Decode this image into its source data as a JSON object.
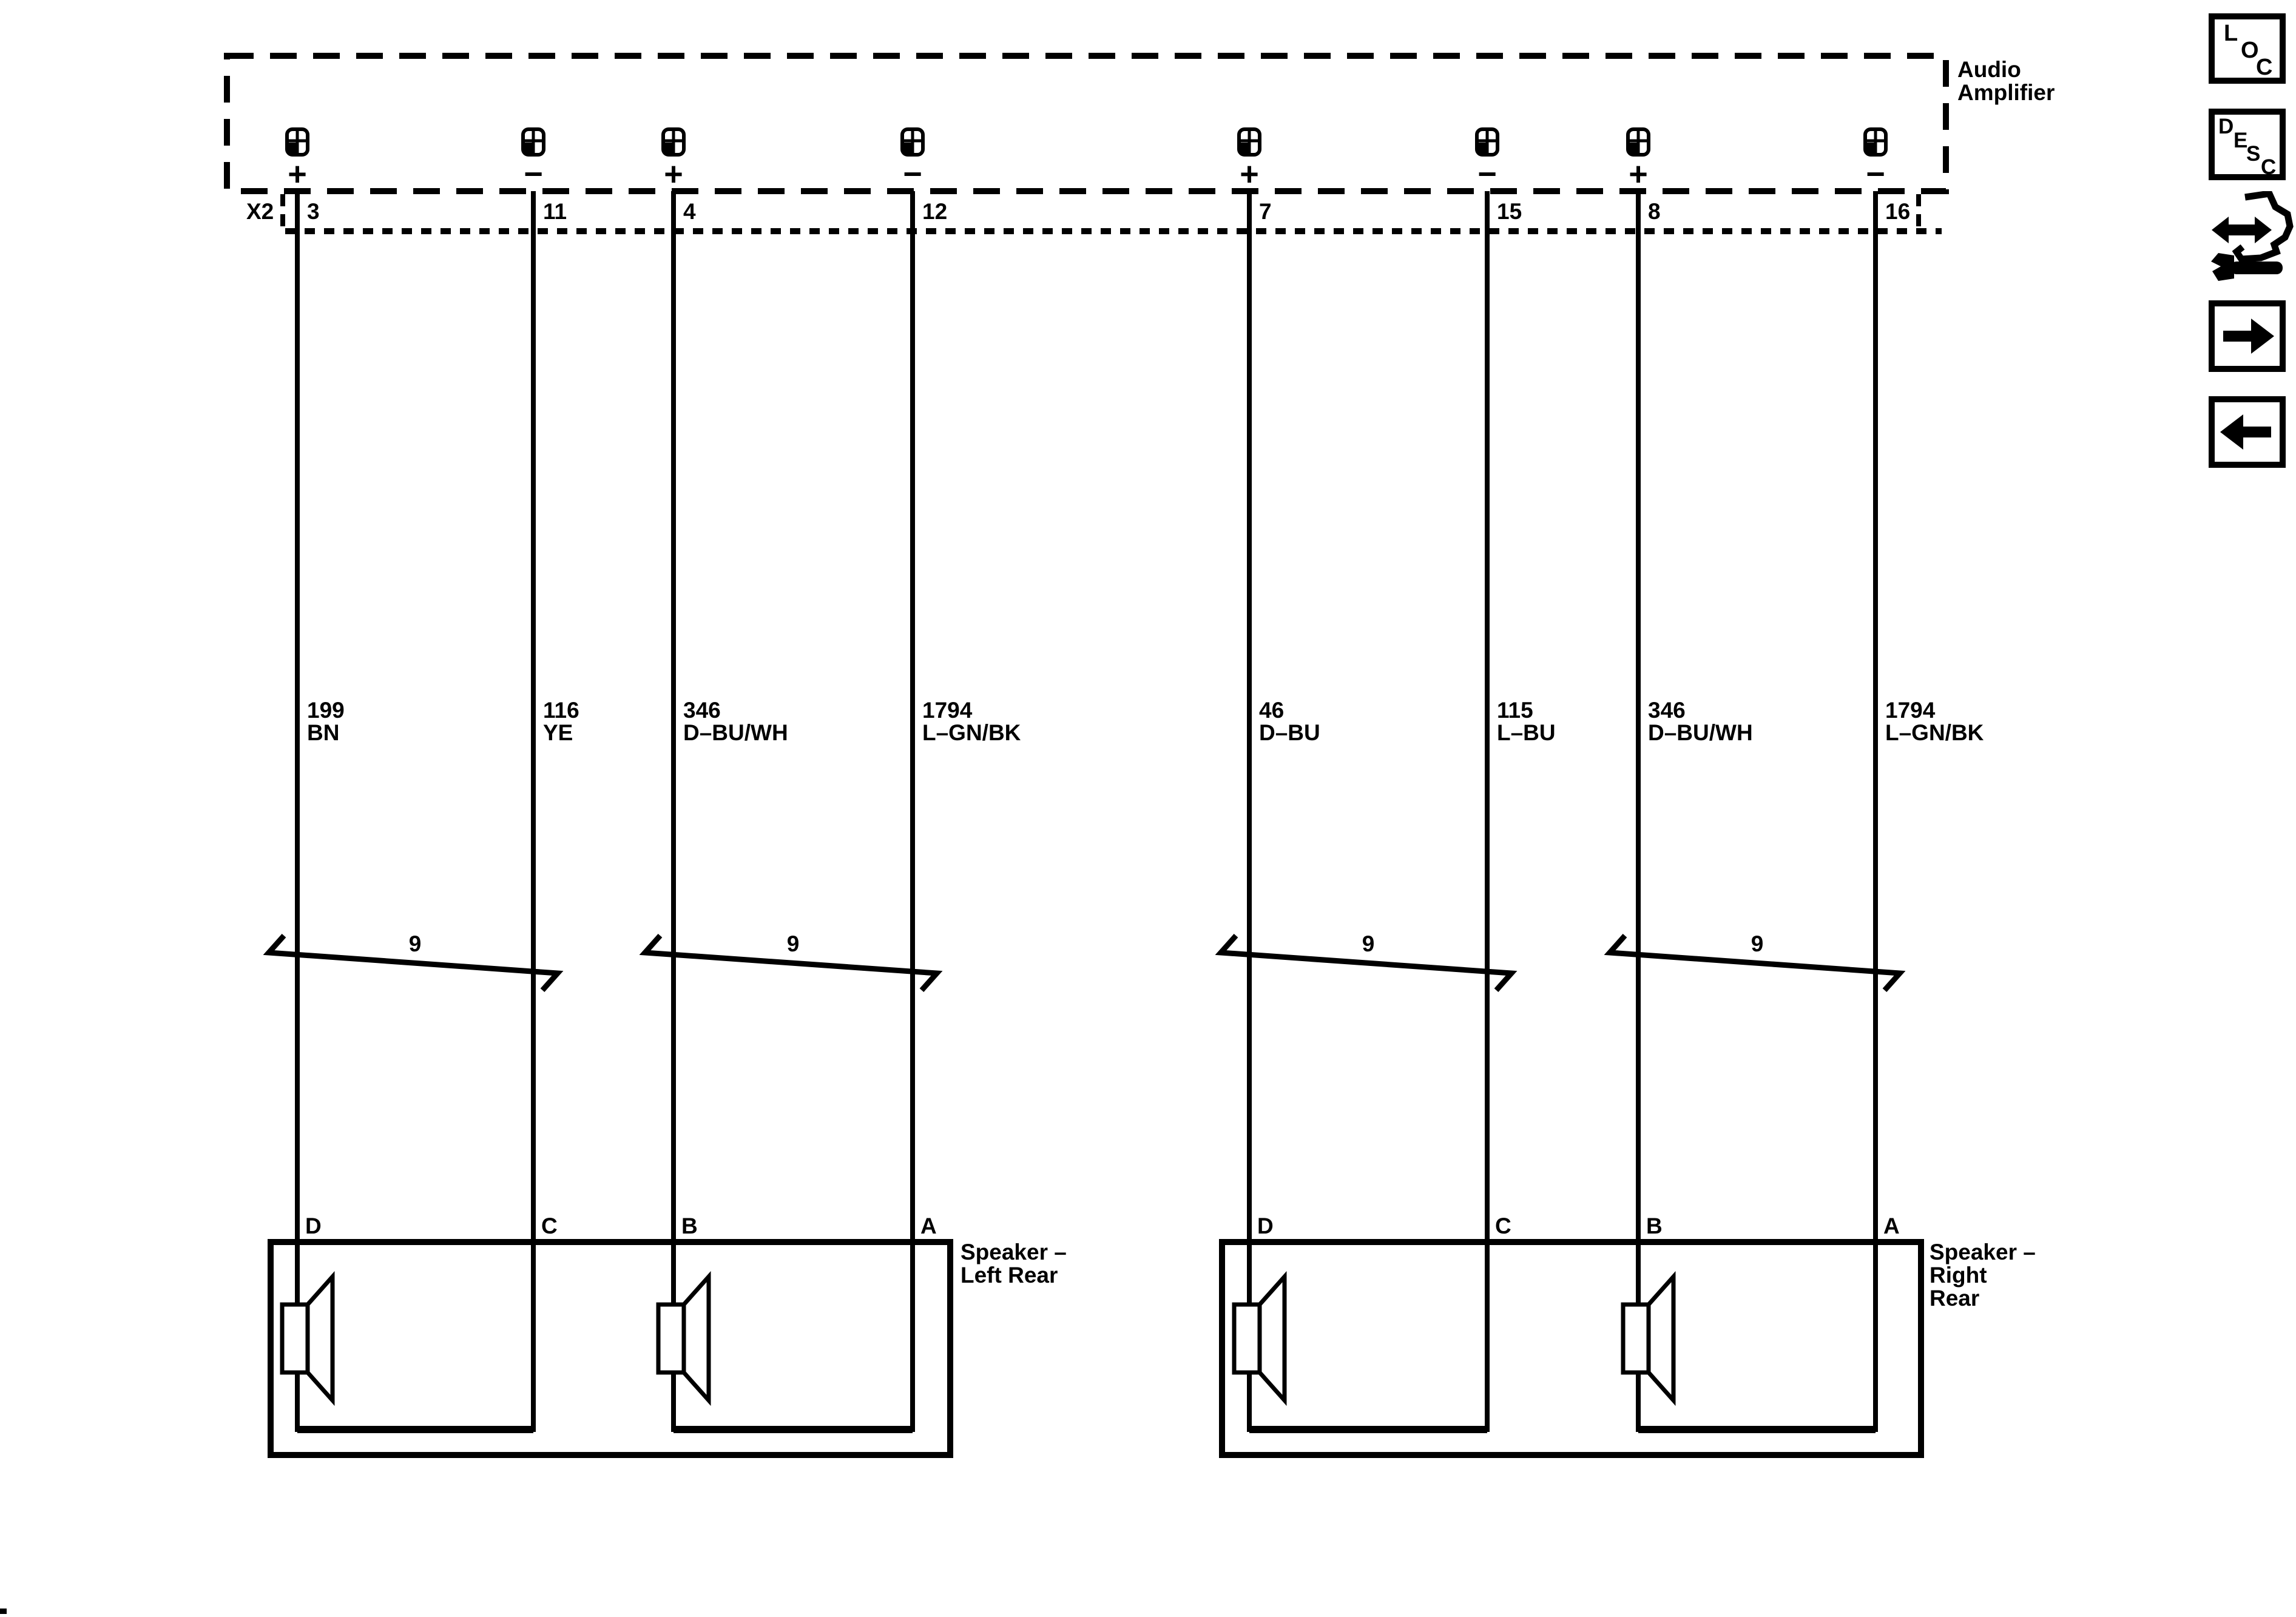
{
  "page": {
    "colors": {
      "ink": "#000000",
      "background": "#ffffff"
    }
  },
  "amplifier": {
    "name_line1": "Audio",
    "name_line2": "Amplifier",
    "connector_id": "X2"
  },
  "circuits": [
    {
      "pin": "3",
      "polarity": "+",
      "wire_number": "199",
      "wire_color": "BN",
      "terminal": "D"
    },
    {
      "pin": "11",
      "polarity": "−",
      "wire_number": "116",
      "wire_color": "YE",
      "terminal": "C"
    },
    {
      "pin": "4",
      "polarity": "+",
      "wire_number": "346",
      "wire_color": "D–BU/WH",
      "terminal": "B"
    },
    {
      "pin": "12",
      "polarity": "−",
      "wire_number": "1794",
      "wire_color": "L–GN/BK",
      "terminal": "A"
    },
    {
      "pin": "7",
      "polarity": "+",
      "wire_number": "46",
      "wire_color": "D–BU",
      "terminal": "D"
    },
    {
      "pin": "15",
      "polarity": "−",
      "wire_number": "115",
      "wire_color": "L–BU",
      "terminal": "C"
    },
    {
      "pin": "8",
      "polarity": "+",
      "wire_number": "346",
      "wire_color": "D–BU/WH",
      "terminal": "B"
    },
    {
      "pin": "16",
      "polarity": "−",
      "wire_number": "1794",
      "wire_color": "L–GN/BK",
      "terminal": "A"
    }
  ],
  "twisted_pairs": [
    {
      "label": "9"
    },
    {
      "label": "9"
    },
    {
      "label": "9"
    },
    {
      "label": "9"
    }
  ],
  "speakers": {
    "left": {
      "line1": "Speaker –",
      "line2": "Left Rear"
    },
    "right": {
      "line1": "Speaker –",
      "line2": "Right",
      "line3": "Rear"
    }
  },
  "sidebar": {
    "loc_letters": [
      "L",
      "O",
      "C"
    ],
    "desc_letters": [
      "D",
      "E",
      "S",
      "C"
    ]
  }
}
